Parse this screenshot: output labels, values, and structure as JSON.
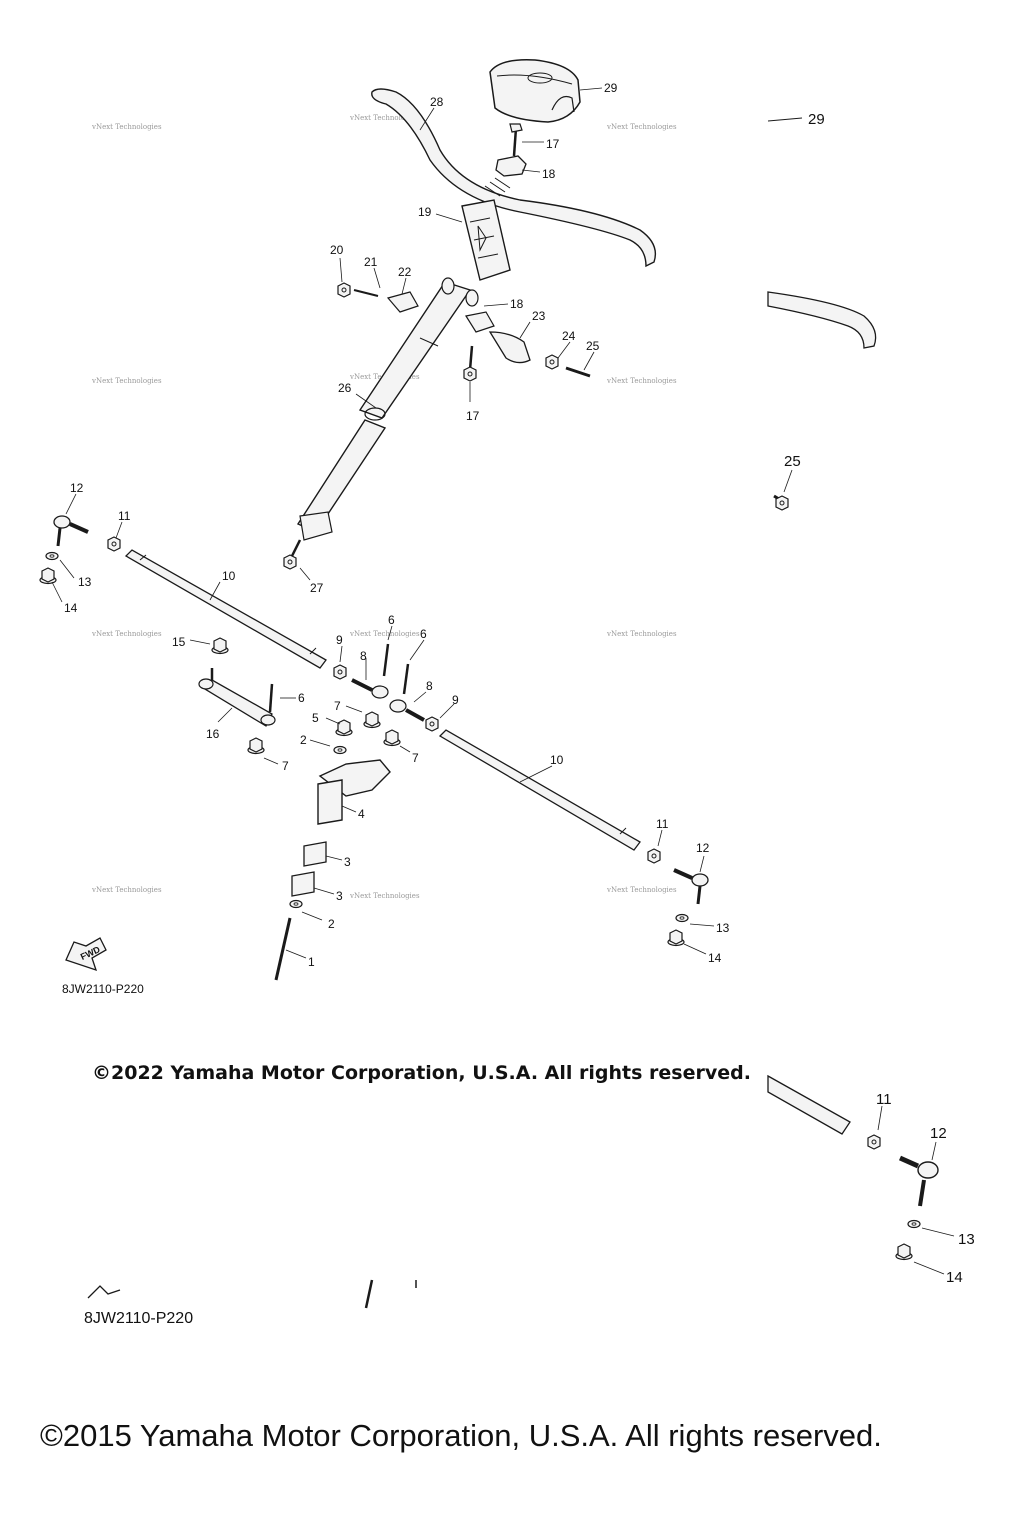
{
  "watermark": "vNext Technologies",
  "part_labels": [
    {
      "id": "1",
      "text": "1"
    },
    {
      "id": "2a",
      "text": "2"
    },
    {
      "id": "2b",
      "text": "2"
    },
    {
      "id": "3a",
      "text": "3"
    },
    {
      "id": "3b",
      "text": "3"
    },
    {
      "id": "4",
      "text": "4"
    },
    {
      "id": "5",
      "text": "5"
    },
    {
      "id": "6a",
      "text": "6"
    },
    {
      "id": "6b",
      "text": "6"
    },
    {
      "id": "6c",
      "text": "6"
    },
    {
      "id": "7a",
      "text": "7"
    },
    {
      "id": "7b",
      "text": "7"
    },
    {
      "id": "7c",
      "text": "7"
    },
    {
      "id": "8a",
      "text": "8"
    },
    {
      "id": "8b",
      "text": "8"
    },
    {
      "id": "9a",
      "text": "9"
    },
    {
      "id": "9b",
      "text": "9"
    },
    {
      "id": "10a",
      "text": "10"
    },
    {
      "id": "10b",
      "text": "10"
    },
    {
      "id": "11a",
      "text": "11"
    },
    {
      "id": "11b",
      "text": "11"
    },
    {
      "id": "12a",
      "text": "12"
    },
    {
      "id": "12b",
      "text": "12"
    },
    {
      "id": "13a",
      "text": "13"
    },
    {
      "id": "13b",
      "text": "13"
    },
    {
      "id": "14a",
      "text": "14"
    },
    {
      "id": "14b",
      "text": "14"
    },
    {
      "id": "15",
      "text": "15"
    },
    {
      "id": "16",
      "text": "16"
    },
    {
      "id": "17a",
      "text": "17"
    },
    {
      "id": "17b",
      "text": "17"
    },
    {
      "id": "18a",
      "text": "18"
    },
    {
      "id": "18b",
      "text": "18"
    },
    {
      "id": "19",
      "text": "19"
    },
    {
      "id": "20",
      "text": "20"
    },
    {
      "id": "21",
      "text": "21"
    },
    {
      "id": "22",
      "text": "22"
    },
    {
      "id": "23",
      "text": "23"
    },
    {
      "id": "24",
      "text": "24"
    },
    {
      "id": "25",
      "text": "25"
    },
    {
      "id": "26",
      "text": "26"
    },
    {
      "id": "27",
      "text": "27"
    },
    {
      "id": "28",
      "text": "28"
    },
    {
      "id": "29",
      "text": "29"
    }
  ],
  "overlay_labels": [
    {
      "id": "29",
      "text": "29"
    },
    {
      "id": "25",
      "text": "25"
    },
    {
      "id": "11",
      "text": "11"
    },
    {
      "id": "12",
      "text": "12"
    },
    {
      "id": "13",
      "text": "13"
    },
    {
      "id": "14",
      "text": "14"
    }
  ],
  "fwd_badge": "FWD",
  "diagram_code_primary": "8JW2110-P220",
  "diagram_code_secondary": "8JW2110-P220",
  "copyright_primary": "©2022 Yamaha Motor Corporation, U.S.A. All rights reserved.",
  "copyright_secondary": "©2015 Yamaha Motor Corporation, U.S.A. All rights reserved.",
  "colors": {
    "line": "#1a1a1a",
    "part_fill": "#f4f4f4",
    "watermark": "#9a9a9a"
  }
}
